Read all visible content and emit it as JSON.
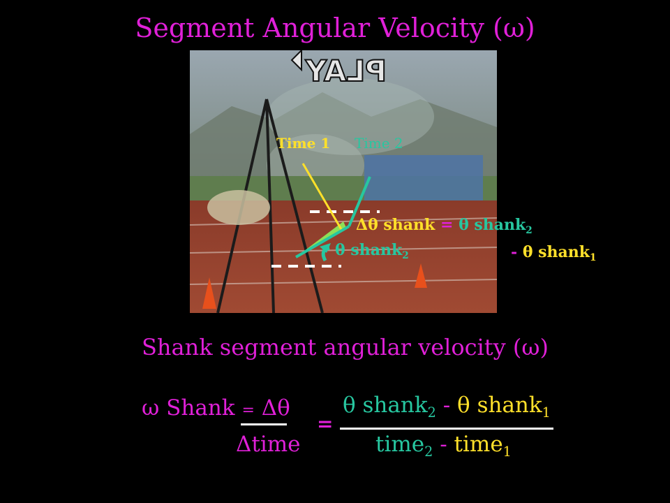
{
  "slide": {
    "title": "Segment Angular Velocity (ω)",
    "photo_overlay_text": "PLAY",
    "labels": {
      "time1": "Time 1",
      "time2": "Time 2"
    },
    "diagram": {
      "delta_theta": "Δθ shank",
      "eq": "=",
      "theta_shank_2_right": "θ shank",
      "sub2": "2",
      "theta_shank_2": "θ shank",
      "minus": "-",
      "theta_shank_1": "θ shank",
      "sub1": "1"
    },
    "subtitle": "Shank segment angular velocity (ω)",
    "formula": {
      "omega": "ω Shank",
      "eq1": "=",
      "delta_theta": "Δθ",
      "delta_time": "Δtime",
      "eq2": "=",
      "num_theta2": "θ shank",
      "num_sub2": "2",
      "num_minus": "-",
      "num_theta1": "θ shank",
      "num_sub1": "1",
      "den_time2": "time",
      "den_sub2": "2",
      "den_minus": "-",
      "den_time1": "time",
      "den_sub1": "1"
    },
    "colors": {
      "magenta": "#e020d8",
      "teal": "#27c7a0",
      "yellow": "#ffe02a"
    }
  }
}
